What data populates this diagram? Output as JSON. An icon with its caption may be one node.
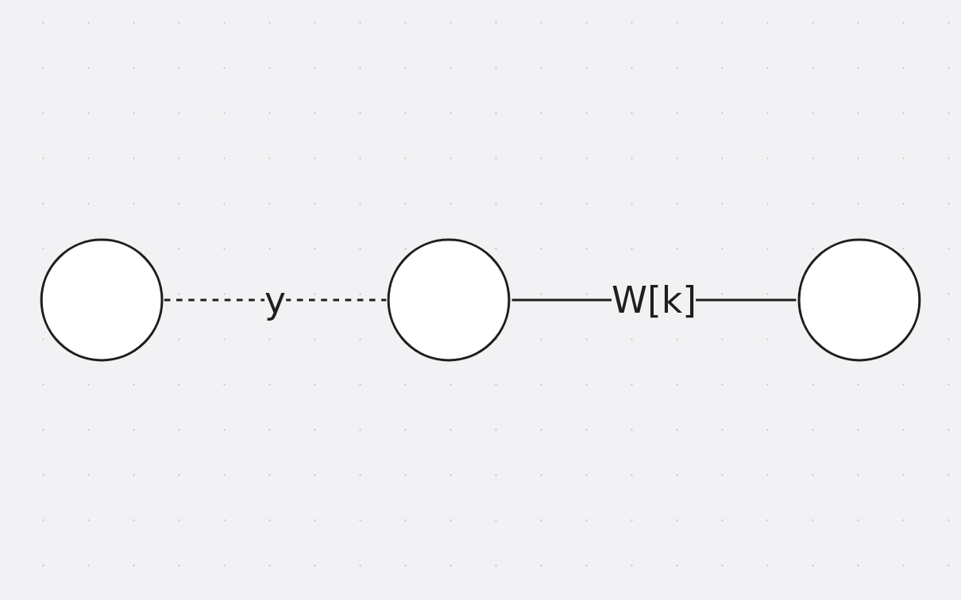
{
  "diagram": {
    "nodes": [
      {
        "text": [],
        "shape": "circle"
      },
      {
        "text": [],
        "shape": "circle"
      },
      {
        "text": [],
        "shape": "circle"
      }
    ],
    "edges": [
      {
        "from": 0,
        "to": 1,
        "arrow": "none",
        "label": "y",
        "style": "dashed"
      },
      {
        "from": 1,
        "to": 2,
        "arrow": "none",
        "label": "W[k]"
      }
    ]
  }
}
